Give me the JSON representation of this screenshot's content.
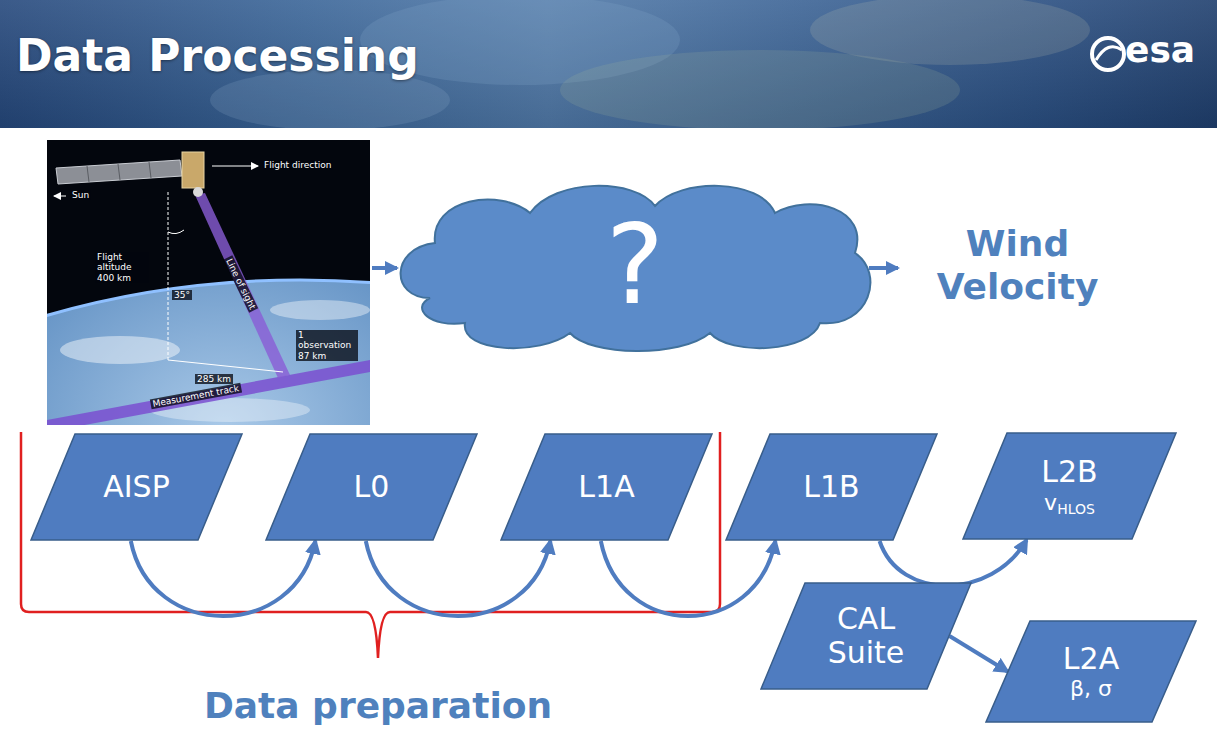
{
  "diagram": {
    "title": "Data Processing",
    "nodes": [
      {
        "text": [
          "?"
        ]
      },
      {
        "text": [
          "AISP"
        ]
      },
      {
        "text": [
          "L0"
        ]
      },
      {
        "text": [
          "L1A"
        ]
      },
      {
        "text": [
          "L1B"
        ]
      },
      {
        "text": [
          "L2B",
          "v",
          "HLOS"
        ]
      },
      {
        "text": [
          "CAL Suite"
        ]
      },
      {
        "text": [
          "L2A",
          "β, σ"
        ]
      }
    ],
    "edges": [
      {
        "from": 1,
        "to": 2,
        "arrow": "to"
      },
      {
        "from": 2,
        "to": 3,
        "arrow": "to"
      },
      {
        "from": 3,
        "to": 4,
        "arrow": "to"
      },
      {
        "from": 4,
        "to": 5,
        "arrow": "to"
      },
      {
        "from": 6,
        "to": 7,
        "arrow": "to"
      }
    ],
    "labels": [
      "esa",
      "Wind Velocity",
      "Data preparation",
      "Sun",
      "Flight direction",
      "Flight altitude 400 km",
      "35°",
      "Line of sight",
      "285 km",
      "1 observation 87 km",
      "Measurement track"
    ]
  }
}
